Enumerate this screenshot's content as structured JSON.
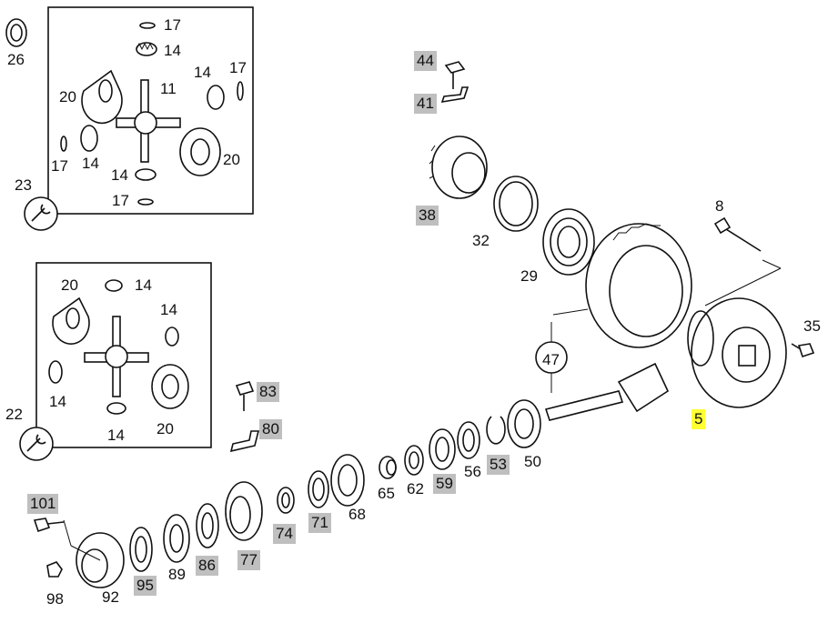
{
  "highlight_gray": "#bfbfbf",
  "highlight_yellow": "#ffff33",
  "parts": {
    "p26": "26",
    "p23": "23",
    "p22": "22",
    "box1": {
      "p17a": "17",
      "p14a": "14",
      "p20a": "20",
      "p11": "11",
      "p14b": "14",
      "p17b": "17",
      "p17c": "17",
      "p14c": "14",
      "p14d": "14",
      "p20b": "20",
      "p17d": "17"
    },
    "box2": {
      "p20a": "20",
      "p14a": "14",
      "p14b": "14",
      "p14c": "14",
      "p14d": "14",
      "p20b": "20"
    },
    "p44": "44",
    "p41": "41",
    "p38": "38",
    "p32": "32",
    "p29": "29",
    "p8": "8",
    "p35": "35",
    "p47": "47",
    "p5": "5",
    "p83": "83",
    "p80": "80",
    "p50": "50",
    "p53": "53",
    "p56": "56",
    "p59": "59",
    "p62": "62",
    "p65": "65",
    "p68": "68",
    "p71": "71",
    "p74": "74",
    "p77": "77",
    "p86": "86",
    "p89": "89",
    "p95": "95",
    "p92": "92",
    "p98": "98",
    "p101": "101"
  },
  "icons": {
    "wrench": "wrench-icon"
  }
}
